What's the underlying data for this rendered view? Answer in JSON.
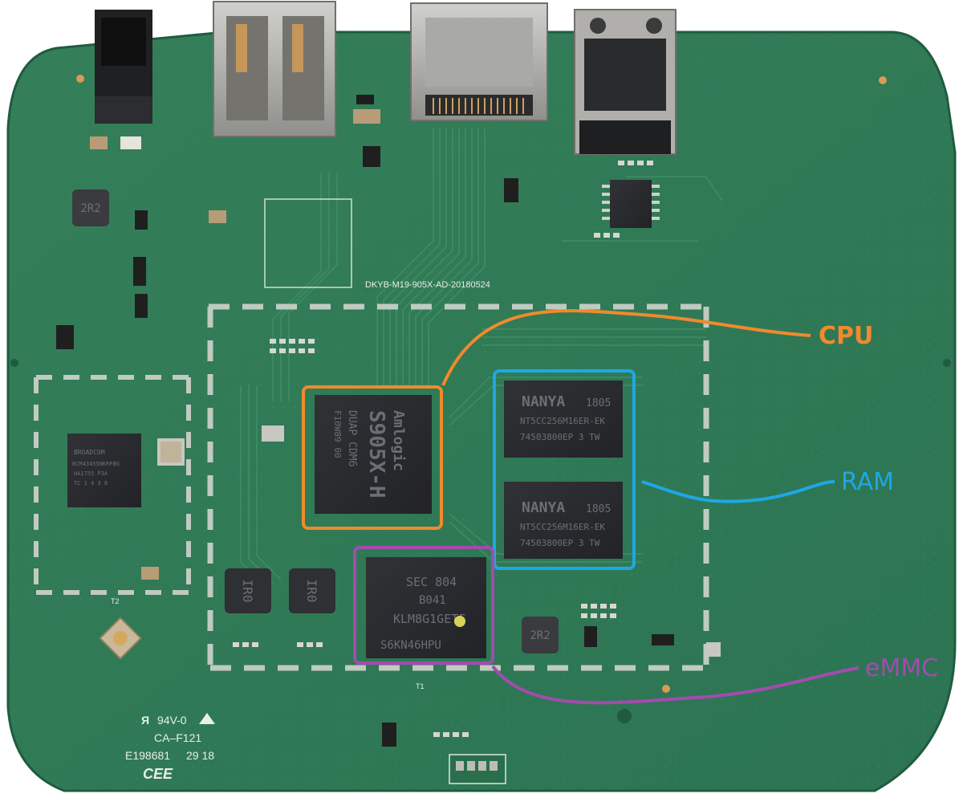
{
  "colors": {
    "board": "#2f7a56",
    "board_dark": "#27694a",
    "trace": "#3f8c64",
    "cpu": "#f08a2c",
    "ram": "#1ea7e6",
    "emmc": "#a24cae",
    "chip": "#2a2c30",
    "metal": "#b9b9b6"
  },
  "callouts": {
    "cpu": "CPU",
    "ram": "RAM",
    "emmc": "eMMC"
  },
  "silkscreen": {
    "board_id": "DKYB-M19-905X-AD-20180524",
    "t1": "T1",
    "t2": "T2",
    "rating": "94V-0",
    "ca": "CA–F121",
    "e_number": "E198681",
    "e_suffix": "29 18",
    "cee": "CEE"
  },
  "chips": {
    "cpu": {
      "l1": "Amlogic",
      "l2": "S905X-H",
      "l3": "DUAP CDM6",
      "l4": "F10W89 00"
    },
    "ram1": {
      "l1": "NANYA",
      "l1b": "1805",
      "l2": "NT5CC256M16ER-EK",
      "l3": "74503800EP 3 TW"
    },
    "ram2": {
      "l1": "NANYA",
      "l1b": "1805",
      "l2": "NT5CC256M16ER-EK",
      "l3": "74503800EP 3 TW"
    },
    "emmc": {
      "l1": "SEC 804",
      "l2": "B041",
      "l3": "KLM8G1GETF",
      "l4": "S6KN46HPU"
    },
    "wifi": {
      "l1": "BROADCOM",
      "l2": "BCM43455NKRFBG",
      "l3": "HA1755 P3A",
      "l4": "TC 1 4 3 8"
    },
    "ind1": "2R2",
    "ind2": "2R2",
    "ind3": "IR0",
    "ind4": "IR0"
  }
}
